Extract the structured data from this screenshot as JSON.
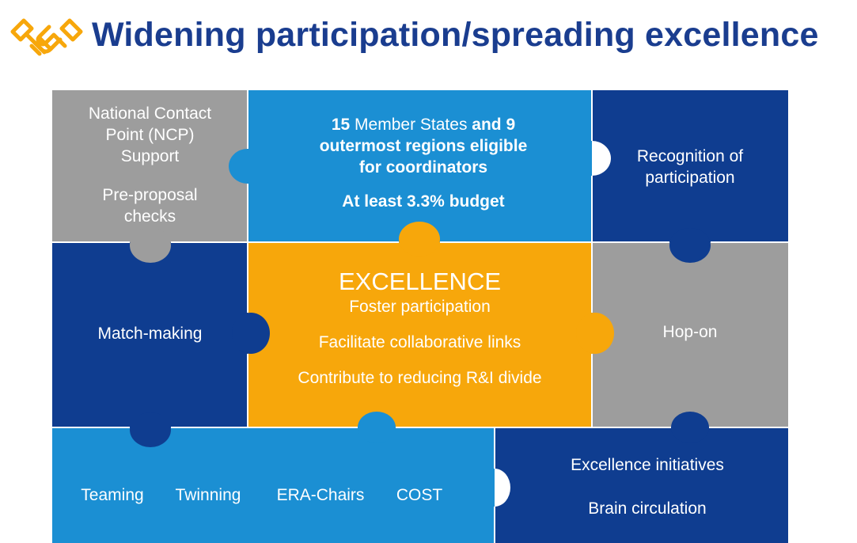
{
  "title": "Widening participation/spreading excellence",
  "colors": {
    "title": "#1a3d8f",
    "gold": "#f7a70b",
    "navy": "#0f3d90",
    "light_blue": "#1b8fd3",
    "grey": "#9d9d9d"
  },
  "icons": {
    "logo": "handshake-icon"
  },
  "pieces": {
    "ncp": {
      "line1": "National Contact",
      "line2": "Point (NCP)",
      "line3": "Support",
      "line4": "Pre-proposal",
      "line5": "checks"
    },
    "member_states": {
      "num1": "15",
      "text1": " Member States ",
      "text2": "and 9",
      "line2": "outermost regions eligible",
      "line3": "for coordinators",
      "line4": "At least 3.3% budget"
    },
    "recognition": {
      "line1": "Recognition of",
      "line2": "participation"
    },
    "matchmaking": {
      "label": "Match-making"
    },
    "excellence": {
      "heading": "EXCELLENCE",
      "line1": "Foster participation",
      "line2": "Facilitate collaborative links",
      "line3": "Contribute to reducing R&I divide"
    },
    "hopon": {
      "label": "Hop-on"
    },
    "programmes": {
      "teaming": "Teaming",
      "twinning": "Twinning",
      "era_chairs": "ERA-Chairs",
      "cost": "COST"
    },
    "initiatives": {
      "line1": "Excellence initiatives",
      "line2": "Brain circulation"
    }
  }
}
